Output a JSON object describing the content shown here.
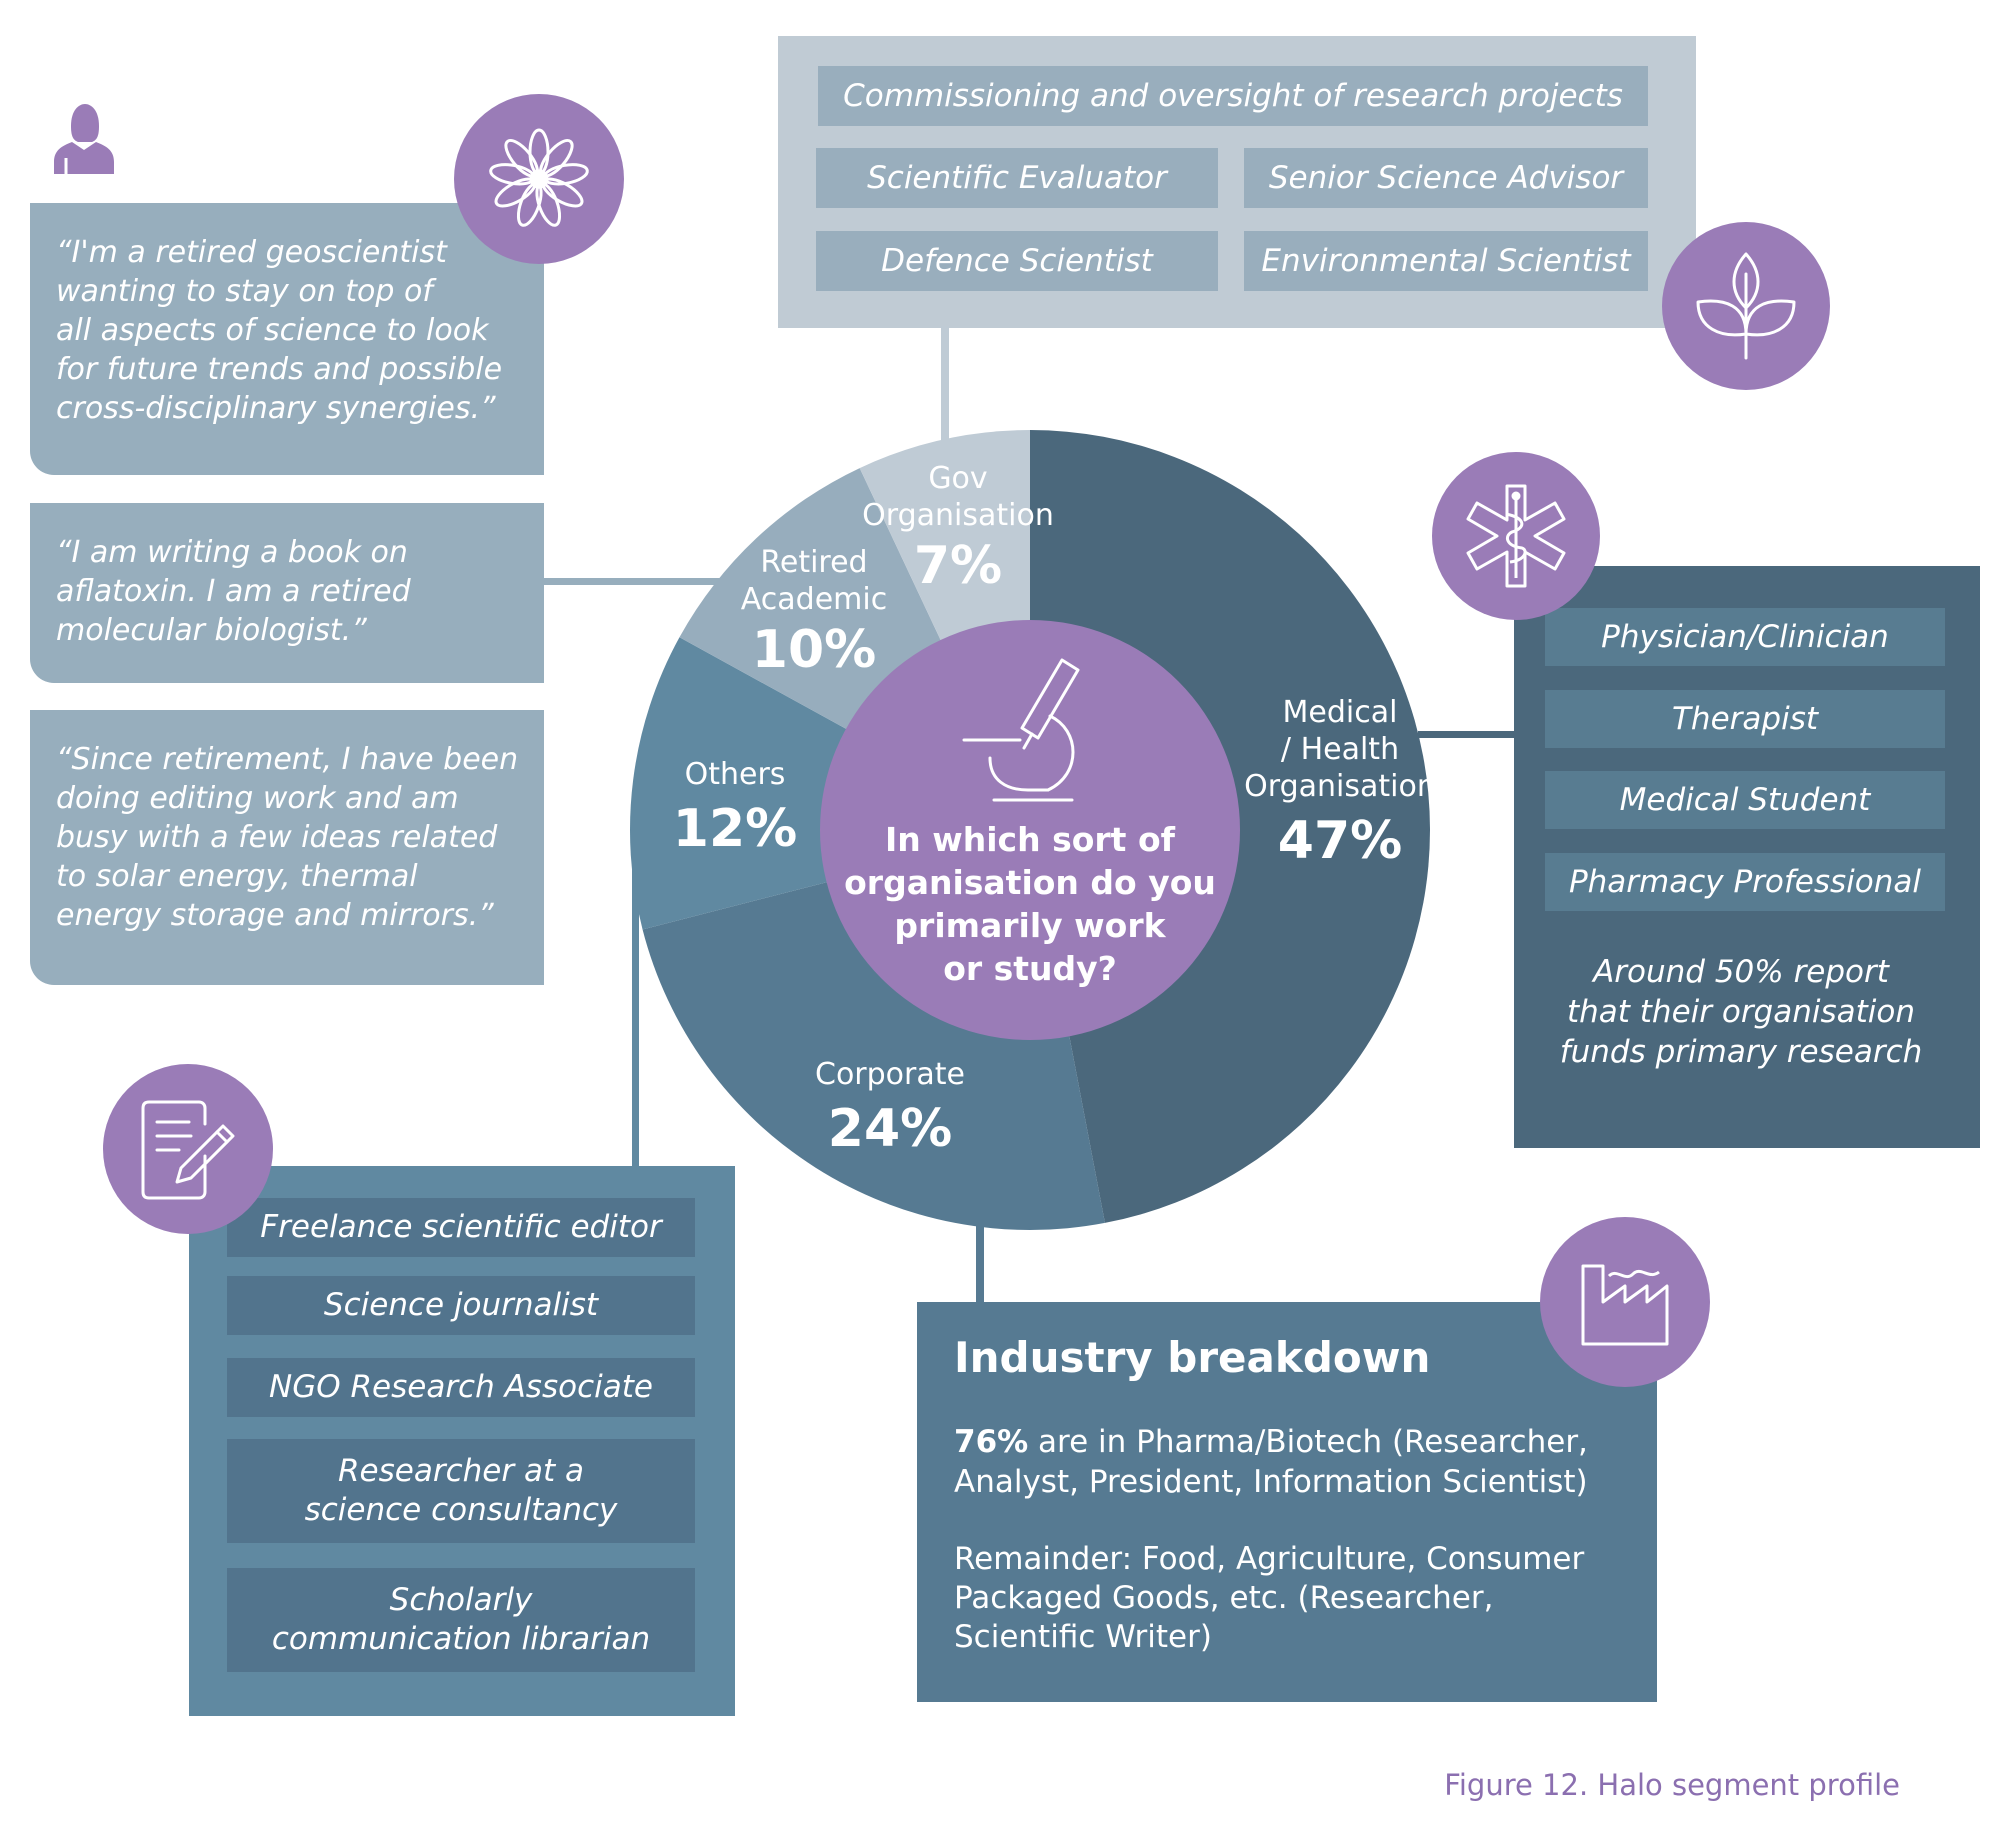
{
  "chart_data": {
    "type": "pie",
    "question": "In which sort of organisation do you primarily work or study?",
    "slices": [
      {
        "name_lines": [
          "Medical",
          "/ Health",
          "Organisation"
        ],
        "value": 47,
        "label": "47%",
        "color": "#4b687c"
      },
      {
        "name_lines": [
          "Corporate"
        ],
        "value": 24,
        "label": "24%",
        "color": "#567a92"
      },
      {
        "name_lines": [
          "Others"
        ],
        "value": 12,
        "label": "12%",
        "color": "#6089a1"
      },
      {
        "name_lines": [
          "Retired",
          "Academic"
        ],
        "value": 10,
        "label": "10%",
        "color": "#97adbd"
      },
      {
        "name_lines": [
          "Gov",
          "Organisation"
        ],
        "value": 7,
        "label": "7%",
        "color": "#bfcbd5"
      }
    ]
  },
  "center": {
    "question_lines": [
      "In which sort of",
      "organisation do you",
      "primarily work",
      "or study?"
    ],
    "icon": "microscope-icon"
  },
  "quotes": [
    {
      "lines": [
        "“I'm a retired geoscientist",
        "wanting to stay on top of",
        "all aspects of science to look",
        "for future trends and possible",
        "cross-disciplinary synergies.”"
      ]
    },
    {
      "lines": [
        "“I am writing a book on",
        "aflatoxin. I am a retired",
        "molecular biologist.”"
      ]
    },
    {
      "lines": [
        "“Since retirement, I have been",
        "doing editing work and am",
        "busy with a few ideas related",
        "to solar energy, thermal",
        "energy storage and mirrors.”"
      ]
    }
  ],
  "gov_panel": {
    "roles": [
      "Commissioning and oversight of research projects",
      "Scientific Evaluator",
      "Senior Science Advisor",
      "Defence Scientist",
      "Environmental Scientist"
    ],
    "icon": "leaf-icon"
  },
  "medical_panel": {
    "roles": [
      "Physician/Clinician",
      "Therapist",
      "Medical Student",
      "Pharmacy Professional"
    ],
    "note_lines": [
      "Around 50% report",
      "that their organisation",
      "funds primary research"
    ],
    "icon": "medical-star-icon"
  },
  "others_panel": {
    "roles": [
      {
        "lines": [
          "Freelance scientific editor"
        ]
      },
      {
        "lines": [
          "Science journalist"
        ]
      },
      {
        "lines": [
          "NGO Research Associate"
        ]
      },
      {
        "lines": [
          "Researcher at a",
          "science consultancy"
        ]
      },
      {
        "lines": [
          "Scholarly",
          "communication librarian"
        ]
      }
    ],
    "icon": "document-pen-icon"
  },
  "industry_panel": {
    "title": "Industry breakdown",
    "stat": "76%",
    "line1_rest": " are in Pharma/Biotech (Researcher,",
    "line2": "Analyst, President, Information Scientist)",
    "remainder_lines": [
      "Remainder: Food, Agriculture, Consumer",
      "Packaged Goods, etc. (Researcher,",
      "Scientific Writer)"
    ],
    "icon": "factory-icon"
  },
  "caption": "Figure 12. Halo segment profile",
  "retired_icon": "person-icon",
  "colors": {
    "accent": "#9a7cb7",
    "caption": "#8b6fb0"
  }
}
